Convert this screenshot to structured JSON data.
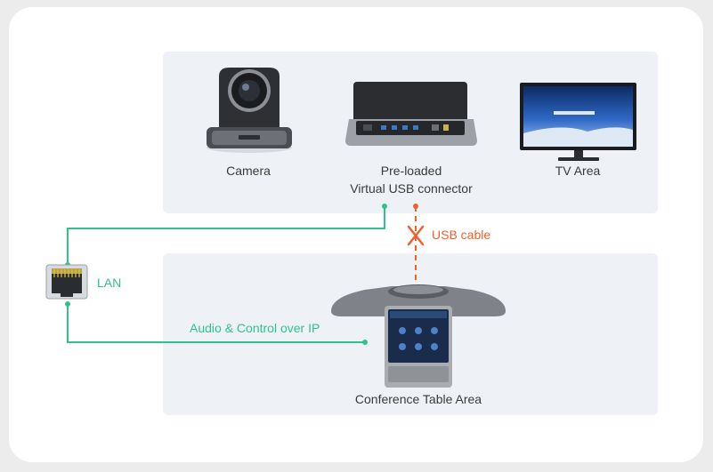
{
  "devices": {
    "camera": {
      "label": "Camera"
    },
    "connector": {
      "label_line1": "Pre-loaded",
      "label_line2": "Virtual USB  connector"
    },
    "tv": {
      "label": "TV Area"
    },
    "phone": {
      "label": "Conference Table Area"
    }
  },
  "connections": {
    "lan": {
      "label": "LAN"
    },
    "audio_control": {
      "label": "Audio & Control over IP"
    },
    "usb": {
      "label": "USB cable"
    }
  },
  "icons": {
    "lan_port": "ethernet-port-icon",
    "usb_cross": "x-mark-icon"
  },
  "colors": {
    "lan_line": "#2fc38a",
    "usb_line": "#f0602a",
    "zone_bg": "#eef2f6"
  }
}
